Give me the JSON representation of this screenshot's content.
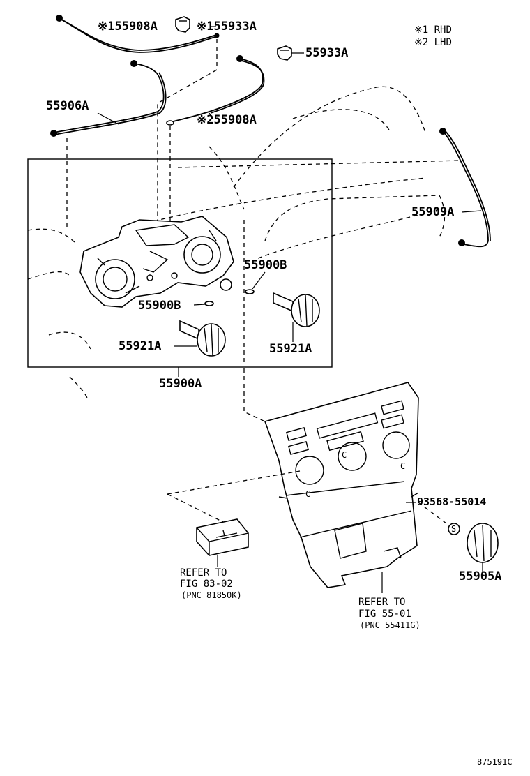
{
  "legend": {
    "rhd": "※1 RHD",
    "lhd": "※2 LHD"
  },
  "parts": {
    "cable_55908a_rhd": "※155908A",
    "clip_55933a_rhd": "※155933A",
    "clip_55933a": "55933A",
    "cable_55906a": "55906A",
    "cable_55908a_lhd": "※255908A",
    "cable_55909a": "55909A",
    "clip_55900b_upper": "55900B",
    "clip_55900b_lower": "55900B",
    "knob_55921a_left": "55921A",
    "knob_55921a_right": "55921A",
    "control_assy_55900a": "55900A",
    "screw_93568": "93568-55014",
    "knob_55905a": "55905A"
  },
  "references": {
    "switch_ref": {
      "line1": "REFER TO",
      "line2": "FIG 83-02",
      "line3": "(PNC 81850K)"
    },
    "panel_ref": {
      "line1": "REFER TO",
      "line2": "FIG 55-01",
      "line3": "(PNC 55411G)"
    }
  },
  "screw_symbol": "S",
  "panel_marks": [
    "C",
    "C",
    "C"
  ],
  "figure_id": "875191C"
}
